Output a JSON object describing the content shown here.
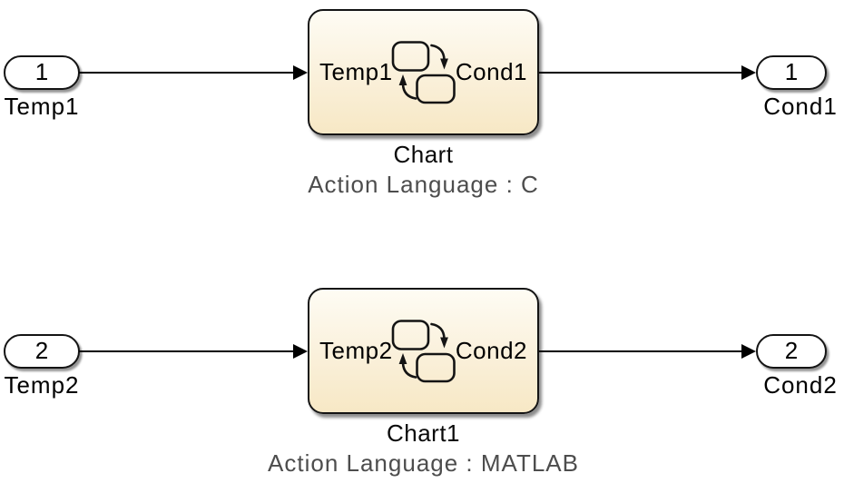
{
  "rows": [
    {
      "inport": {
        "number": "1",
        "label": "Temp1"
      },
      "chart": {
        "input_port": "Temp1",
        "output_port": "Cond1",
        "name": "Chart",
        "annotation": "Action Language : C"
      },
      "outport": {
        "number": "1",
        "label": "Cond1"
      }
    },
    {
      "inport": {
        "number": "2",
        "label": "Temp2"
      },
      "chart": {
        "input_port": "Temp2",
        "output_port": "Cond2",
        "name": "Chart1",
        "annotation": "Action Language : MATLAB"
      },
      "outport": {
        "number": "2",
        "label": "Cond2"
      }
    }
  ],
  "colors": {
    "chart_fill_top": "#fefcf4",
    "chart_fill_mid": "#faf0da",
    "chart_fill_bottom": "#f7e8c5",
    "block_border": "#141414",
    "annotation_text": "#4d4d4d",
    "wire": "#000000",
    "port_fill": "#ffffff",
    "canvas_bg": "#ffffff"
  }
}
